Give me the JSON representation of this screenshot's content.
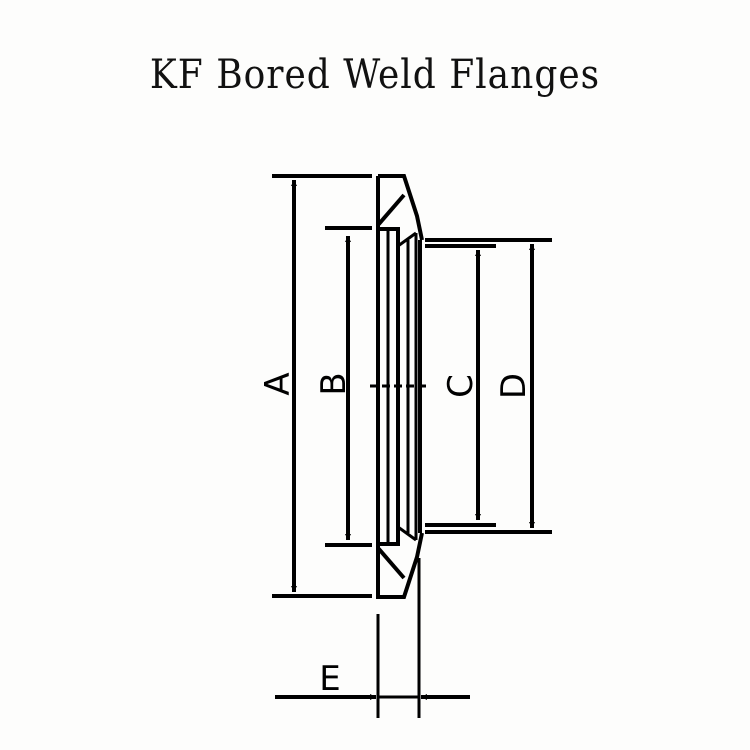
{
  "title": "KF Bored Weld Flanges",
  "dimensions": {
    "A": "A",
    "B": "B",
    "C": "C",
    "D": "D",
    "E": "E"
  },
  "colors": {
    "line": "#000000",
    "background": "#fdfdfc"
  }
}
